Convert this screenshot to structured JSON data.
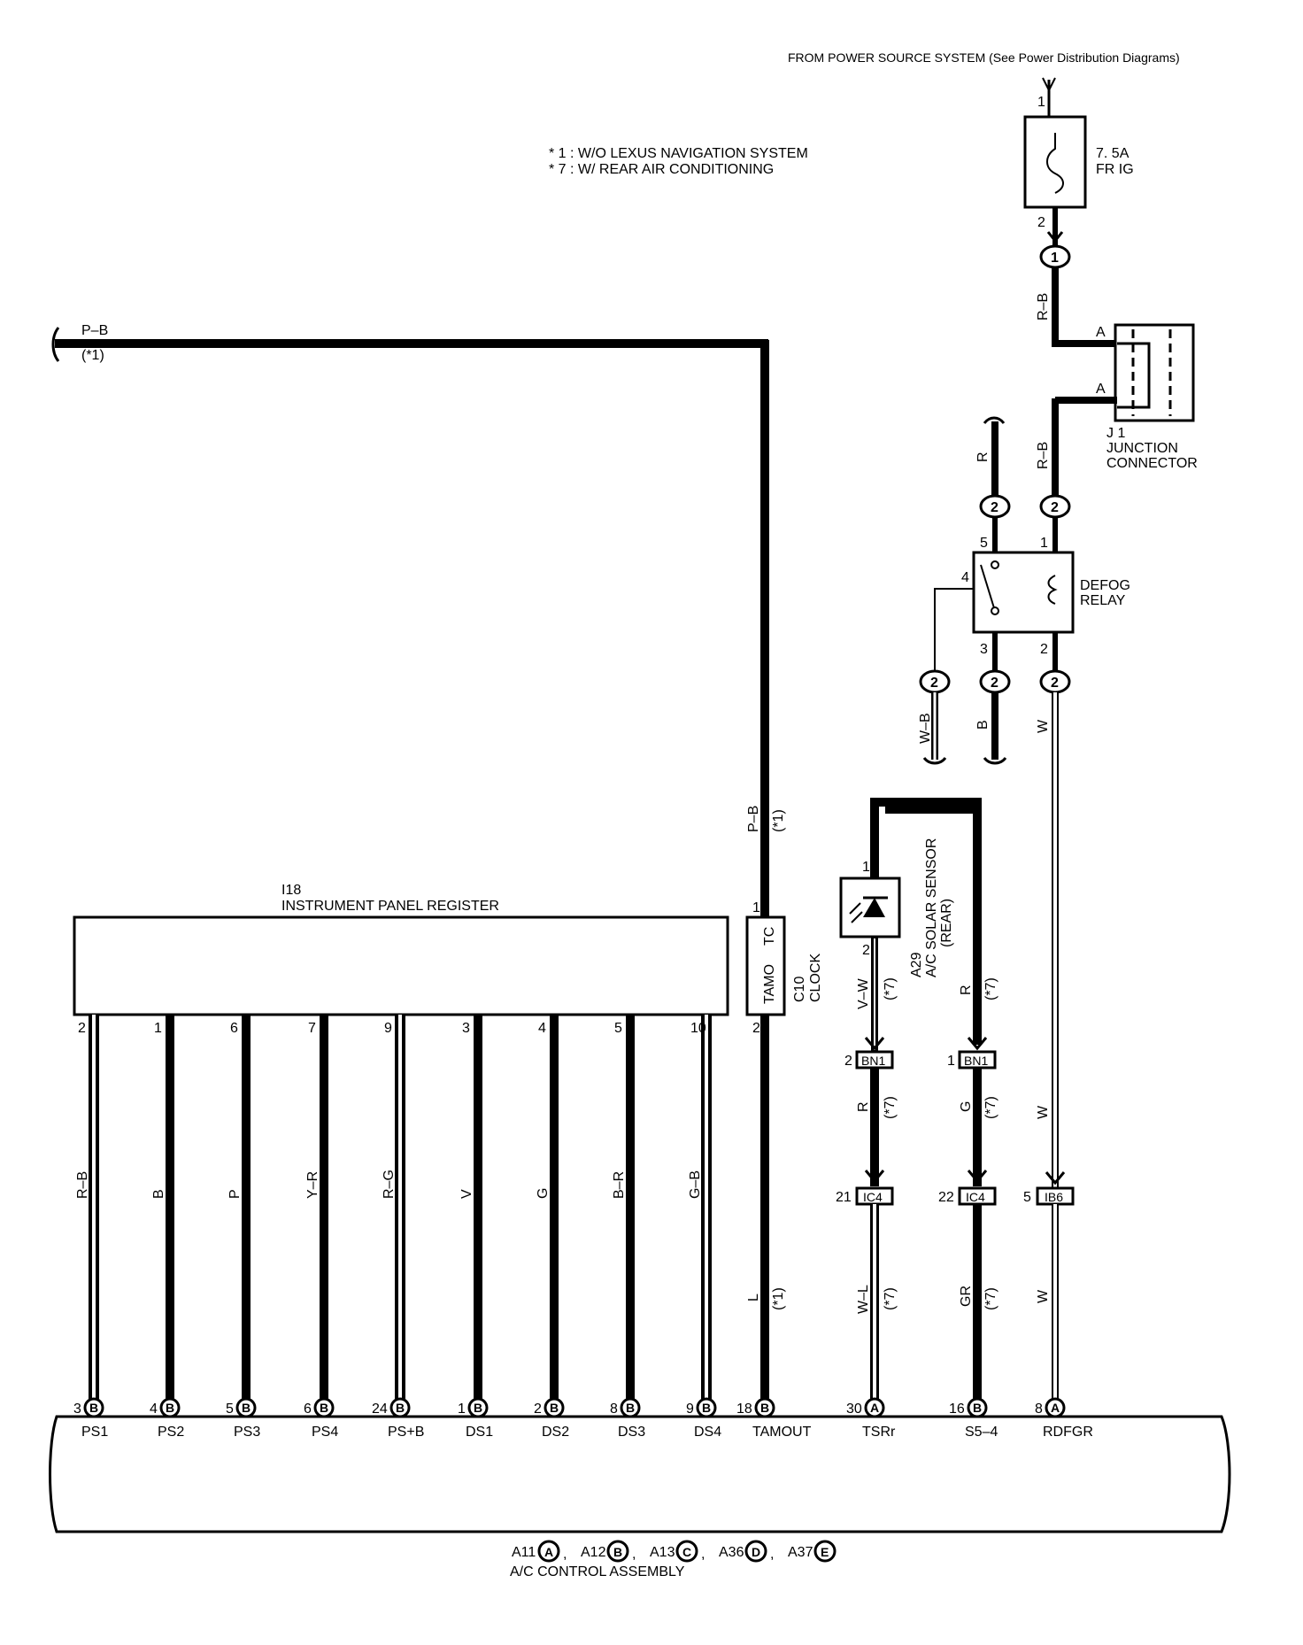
{
  "header": {
    "power_source": "FROM POWER SOURCE SYSTEM (See Power Distribution Diagrams)"
  },
  "notes": {
    "note1": "* 1 : W/O LEXUS NAVIGATION SYSTEM",
    "note7": "* 7 : W/ REAR AIR CONDITIONING"
  },
  "fuse": {
    "rating": "7. 5A",
    "name": "FR IG",
    "pin_in": "1",
    "pin_out": "2"
  },
  "connectors": {
    "one": "1",
    "two": "2",
    "star1": "(*1)",
    "star7": "(*7)"
  },
  "junction": {
    "pin_a": "A",
    "label1": "J 1",
    "label2": "JUNCTION",
    "label3": "CONNECTOR"
  },
  "relay": {
    "label1": "DEFOG",
    "label2": "RELAY",
    "pin1": "1",
    "pin2": "2",
    "pin3": "3",
    "pin4": "4",
    "pin5": "5"
  },
  "sensor": {
    "code": "A29",
    "label1": "A/C SOLAR SENSOR",
    "label2": "(REAR)",
    "pin1": "1",
    "pin2": "2"
  },
  "clock": {
    "code": "C10",
    "label": "CLOCK",
    "pin_tc": "TC",
    "pin_tamo": "TAMO",
    "pin1": "1",
    "pin2": "2"
  },
  "register": {
    "code": "I18",
    "label": "INSTRUMENT PANEL REGISTER",
    "pins": [
      "2",
      "1",
      "6",
      "7",
      "9",
      "3",
      "4",
      "5",
      "10"
    ],
    "wire_colors": [
      "R–B",
      "B",
      "P",
      "Y–R",
      "R–G",
      "V",
      "G",
      "B–R",
      "G–B"
    ]
  },
  "wire_labels": {
    "pb": "P–B",
    "rb": "R–B",
    "r": "R",
    "wb": "W–B",
    "b": "B",
    "w": "W",
    "vw": "V–W",
    "g": "G",
    "l": "L",
    "wl": "W–L",
    "gr": "GR"
  },
  "inline_connectors": {
    "bn1": "BN1",
    "ic4": "IC4",
    "ib6": "IB6",
    "bn1_pin_left": "2",
    "bn1_pin_right": "1",
    "ic4_pin_left": "21",
    "ic4_pin_right": "22",
    "ib6_pin": "5"
  },
  "control_assembly": {
    "pins": [
      "3",
      "4",
      "5",
      "6",
      "24",
      "1",
      "2",
      "8",
      "9",
      "18",
      "30",
      "16",
      "8"
    ],
    "letters": [
      "B",
      "B",
      "B",
      "B",
      "B",
      "B",
      "B",
      "B",
      "B",
      "B",
      "A",
      "B",
      "A"
    ],
    "terminals": [
      "PS1",
      "PS2",
      "PS3",
      "PS4",
      "PS+B",
      "DS1",
      "DS2",
      "DS3",
      "DS4",
      "TAMOUT",
      "TSRr",
      "S5–4",
      "RDFGR"
    ],
    "codes": [
      "A11",
      "A12",
      "A13",
      "A36",
      "A37"
    ],
    "code_letters": [
      "A",
      "B",
      "C",
      "D",
      "E"
    ],
    "sep": ",",
    "name": "A/C CONTROL ASSEMBLY"
  }
}
